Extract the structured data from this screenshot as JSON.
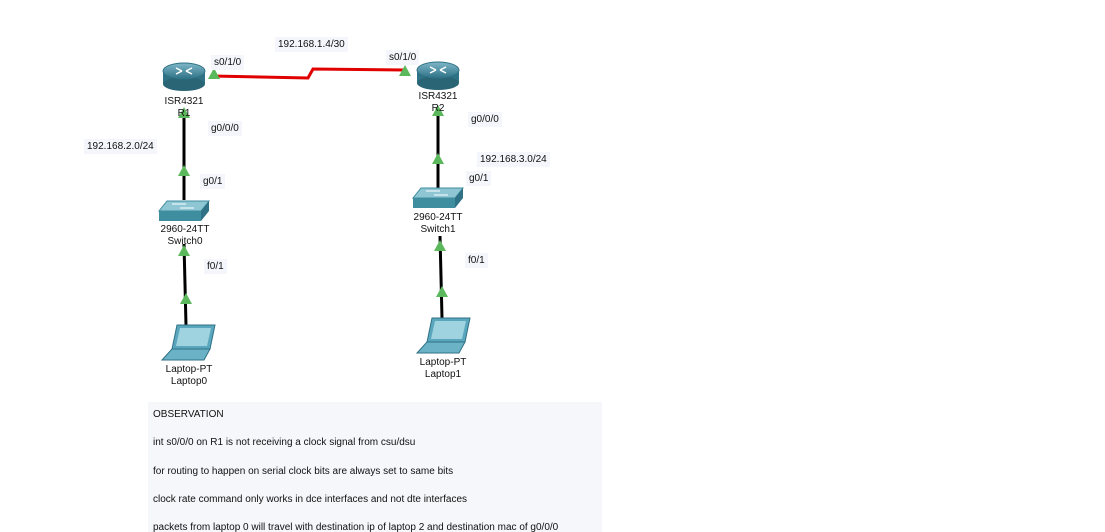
{
  "links": {
    "serial_network": "192.168.1.4/30",
    "lan1_network": "192.168.2.0/24",
    "lan2_network": "192.168.3.0/24"
  },
  "interfaces": {
    "r1_serial": "s0/1/0",
    "r2_serial": "s0/1/0",
    "r1_gig": "g0/0/0",
    "r2_gig": "g0/0/0",
    "sw0_gig": "g0/1",
    "sw1_gig": "g0/1",
    "sw0_fast": "f0/1",
    "sw1_fast": "f0/1"
  },
  "devices": {
    "r1": {
      "model": "ISR4321",
      "name": "R1"
    },
    "r2": {
      "model": "ISR4321",
      "name": "R2"
    },
    "sw0": {
      "model": "2960-24TT",
      "name": "Switch0"
    },
    "sw1": {
      "model": "2960-24TT",
      "name": "Switch1"
    },
    "laptop0": {
      "model": "Laptop-PT",
      "name": "Laptop0"
    },
    "laptop1": {
      "model": "Laptop-PT",
      "name": "Laptop1"
    }
  },
  "note": {
    "title": "OBSERVATION",
    "lines": [
      "int s0/0/0 on R1 is not receiving a clock signal from csu/dsu",
      "for routing to happen on serial clock bits are always set to same bits",
      "clock rate command only works in dce interfaces and not dte interfaces",
      "packets from laptop 0 will travel with destination ip of laptop 2 and destination mac of g0/0/0"
    ]
  },
  "colors": {
    "serial_link": "#e00000",
    "ethernet_link": "#000000",
    "link_up": "#5cb85c",
    "device_teal": "#3f8ea0"
  }
}
